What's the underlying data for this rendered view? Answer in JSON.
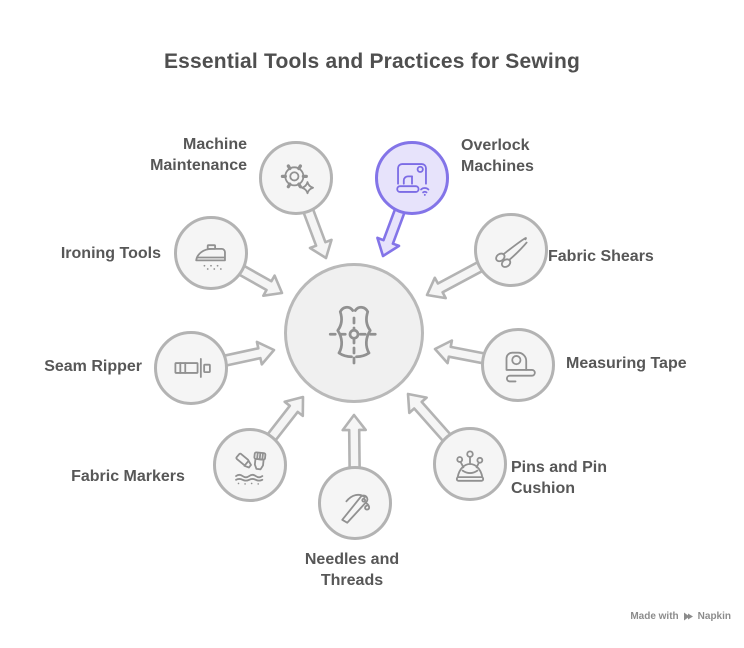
{
  "title": "Essential Tools and Practices for Sewing",
  "diagram": {
    "center": {
      "icon": "dress-form-icon"
    },
    "nodes": [
      {
        "id": "machine-maintenance",
        "label": "Machine Maintenance",
        "icon": "gear-sparkle-icon",
        "highlighted": false
      },
      {
        "id": "overlock-machines",
        "label": "Overlock Machines",
        "icon": "sewing-machine-icon",
        "highlighted": true
      },
      {
        "id": "fabric-shears",
        "label": "Fabric Shears",
        "icon": "scissors-icon",
        "highlighted": false
      },
      {
        "id": "measuring-tape",
        "label": "Measuring Tape",
        "icon": "measuring-tape-icon",
        "highlighted": false
      },
      {
        "id": "pins-and-pin-cushion",
        "label": "Pins and Pin Cushion",
        "icon": "pin-cushion-icon",
        "highlighted": false
      },
      {
        "id": "needles-and-threads",
        "label": "Needles and Threads",
        "icon": "needle-thread-icon",
        "highlighted": false
      },
      {
        "id": "fabric-markers",
        "label": "Fabric Markers",
        "icon": "fabric-marker-icon",
        "highlighted": false
      },
      {
        "id": "seam-ripper",
        "label": "Seam Ripper",
        "icon": "seam-ripper-icon",
        "highlighted": false
      },
      {
        "id": "ironing-tools",
        "label": "Ironing Tools",
        "icon": "iron-icon",
        "highlighted": false
      }
    ]
  },
  "colors": {
    "accent": "#8374e8",
    "accent_fill": "#e7e3fb",
    "node_fill": "#f5f5f5",
    "node_border": "#b3b3b3",
    "label": "#575757"
  },
  "watermark": {
    "text_prefix": "Made with",
    "brand": "Napkin"
  }
}
